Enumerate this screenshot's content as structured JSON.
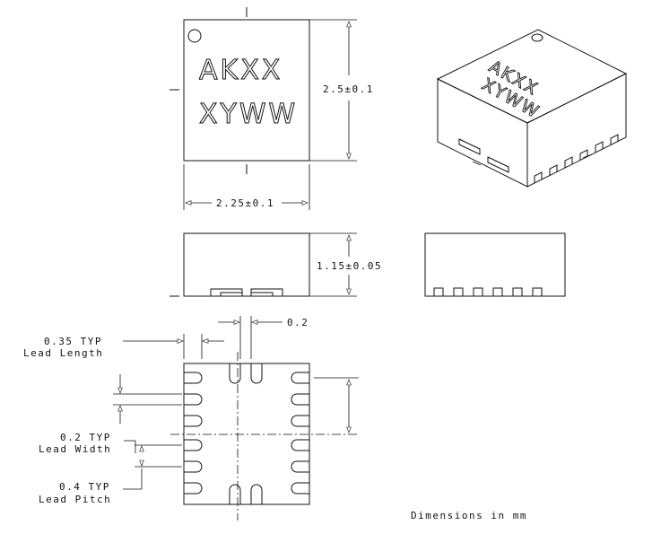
{
  "top_view": {
    "marking_line1": "AKXX",
    "marking_line2": "XYWW",
    "height_dim": "2.5±0.1",
    "width_dim": "2.25±0.1"
  },
  "side_view": {
    "thickness_dim": "1.15±0.05"
  },
  "bottom_view": {
    "lead_gap_dim": "0.2",
    "lead_length_value": "0.35 TYP",
    "lead_length_label": "Lead Length",
    "lead_width_value": "0.2 TYP",
    "lead_width_label": "Lead Width",
    "lead_pitch_value": "0.4 TYP",
    "lead_pitch_label": "Lead Pitch"
  },
  "footer": {
    "units_note": "Dimensions in mm"
  },
  "colors": {
    "line": "#111111",
    "background": "#ffffff"
  }
}
